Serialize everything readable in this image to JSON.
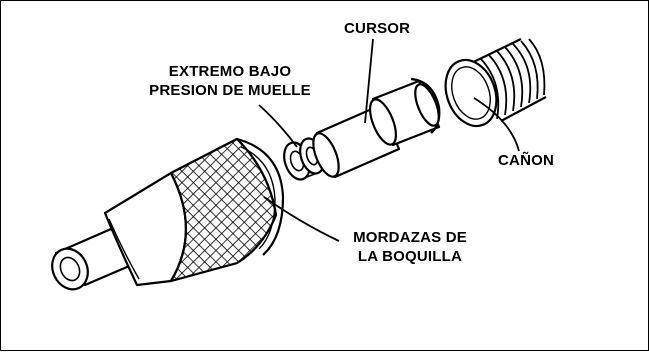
{
  "labels": {
    "cursor": "CURSOR",
    "extremo": [
      "EXTREMO BAJO",
      "PRESION DE MUELLE"
    ],
    "canon": "CAÑON",
    "mordazas": [
      "MORDAZAS DE",
      "LA BOQUILLA"
    ]
  }
}
